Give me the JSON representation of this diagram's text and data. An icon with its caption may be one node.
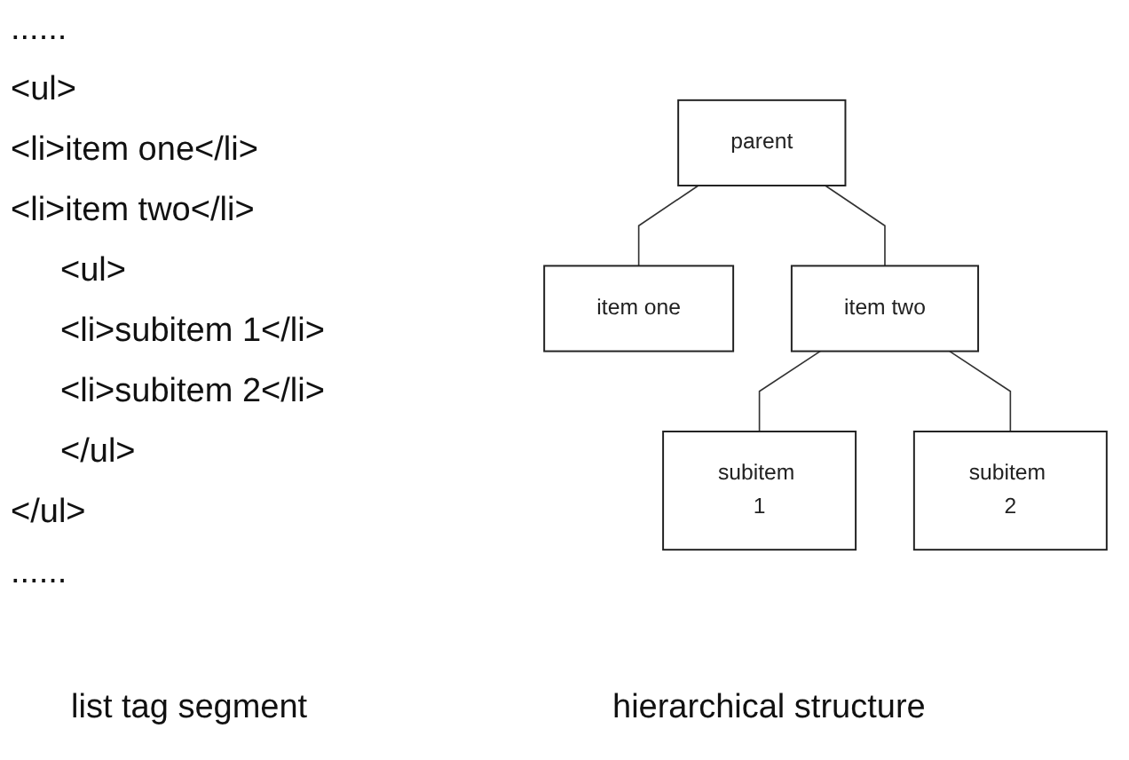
{
  "diagram": {
    "nodes": [
      {
        "text": [
          "parent"
        ]
      },
      {
        "text": [
          "item one"
        ]
      },
      {
        "text": [
          "item two"
        ]
      },
      {
        "text": [
          "subitem 1"
        ]
      },
      {
        "text": [
          "subitem 2"
        ]
      }
    ],
    "edges": [
      {
        "from": 0,
        "to": 1,
        "arrow": "none"
      },
      {
        "from": 0,
        "to": 2,
        "arrow": "none"
      },
      {
        "from": 2,
        "to": 3,
        "arrow": "none"
      },
      {
        "from": 2,
        "to": 4,
        "arrow": "none"
      }
    ],
    "labels": [
      "......",
      "<ul>",
      "<li>item one</li>",
      "<li>item two</li>",
      "<ul>",
      "<li>subitem 1</li>",
      "<li>subitem 2</li>",
      "</ul>",
      "</ul>",
      "......",
      "list tag segment",
      "hierarchical structure"
    ]
  }
}
